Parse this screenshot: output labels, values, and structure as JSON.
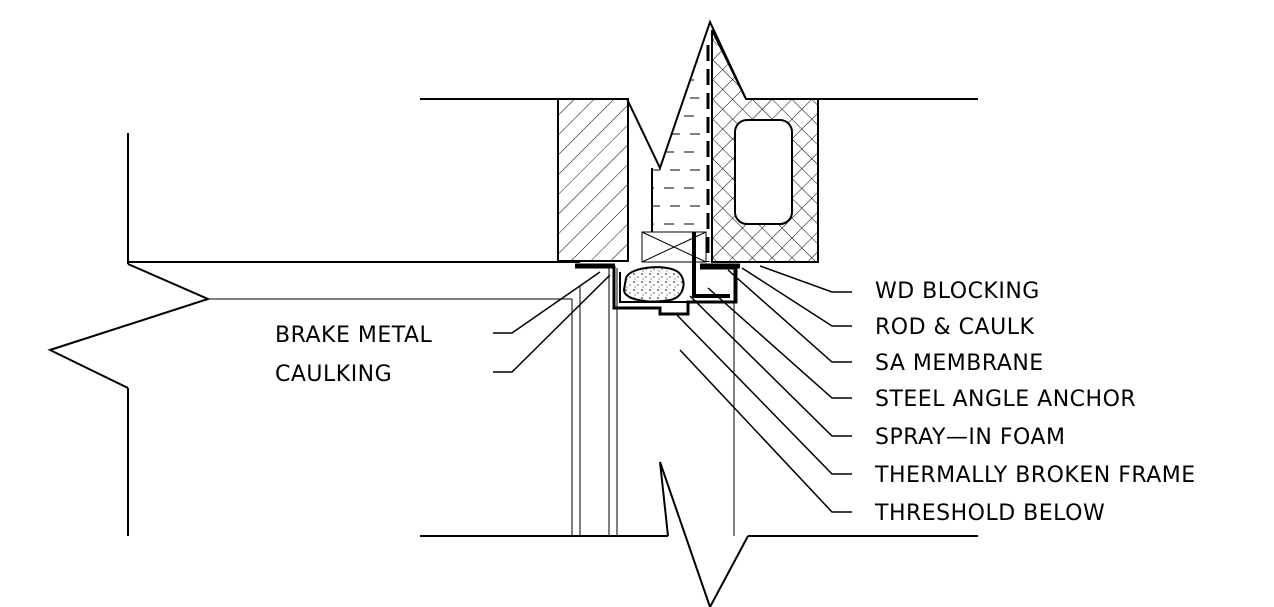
{
  "labels": {
    "right": [
      "WD BLOCKING",
      "ROD & CAULK",
      "SA MEMBRANE",
      "STEEL ANGLE ANCHOR",
      "SPRAY—IN FOAM",
      "THERMALLY BROKEN FRAME",
      "THRESHOLD BELOW"
    ],
    "left": [
      "BRAKE METAL",
      "CAULKING"
    ]
  }
}
